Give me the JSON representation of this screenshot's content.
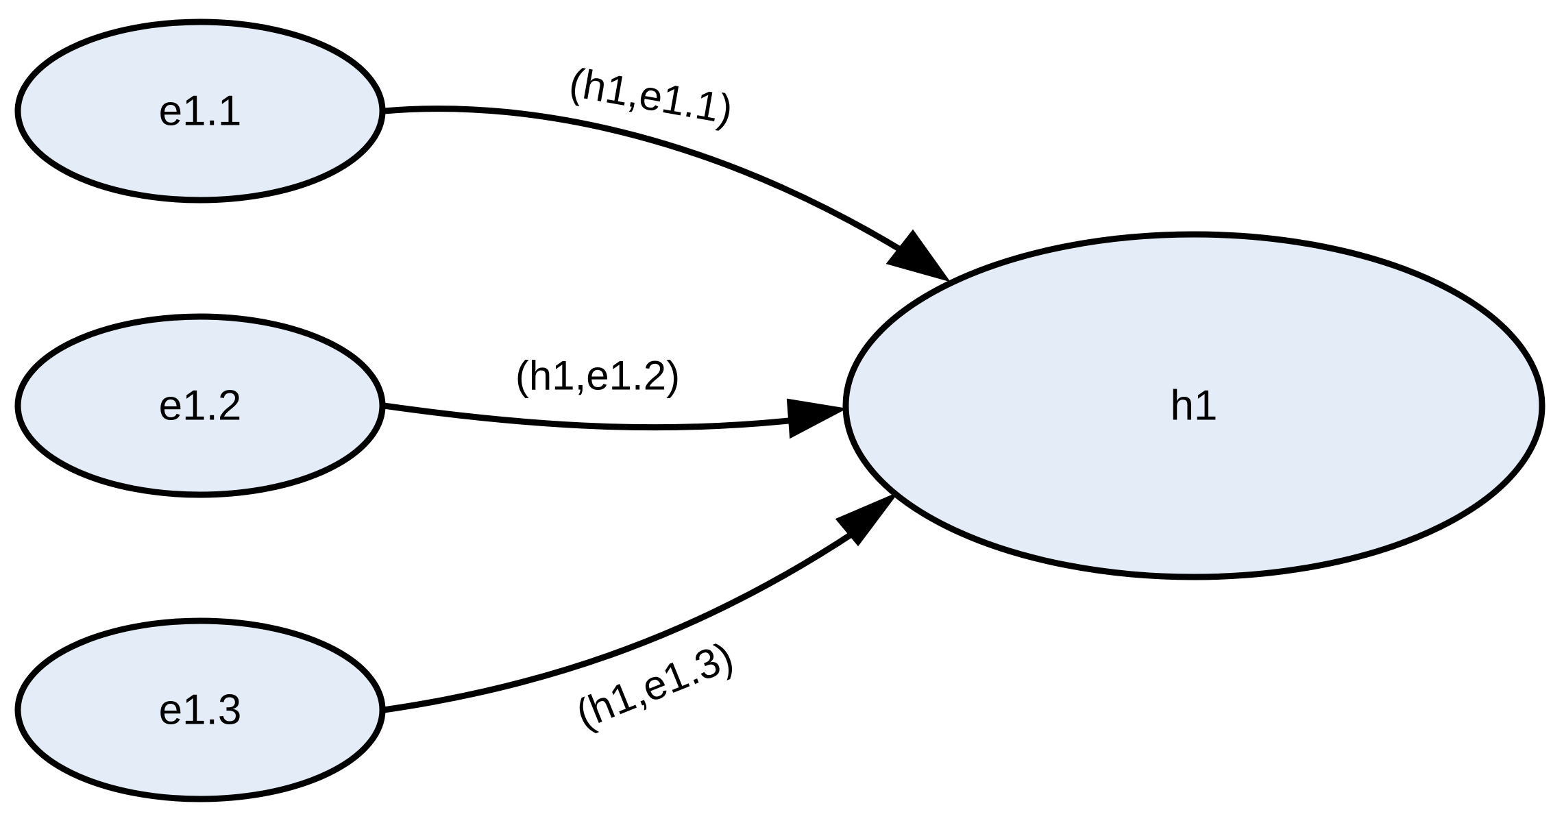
{
  "diagram": {
    "nodes": {
      "e1_1": {
        "label": "e1.1"
      },
      "e1_2": {
        "label": "e1.2"
      },
      "e1_3": {
        "label": "e1.3"
      },
      "h1": {
        "label": "h1"
      }
    },
    "edges": {
      "e1_1_to_h1": {
        "label": "(h1,e1.1)"
      },
      "e1_2_to_h1": {
        "label": "(h1,e1.2)"
      },
      "e1_3_to_h1": {
        "label": "(h1,e1.3)"
      }
    },
    "colors": {
      "node_fill": "#e4ecf7",
      "stroke": "#000000"
    }
  }
}
